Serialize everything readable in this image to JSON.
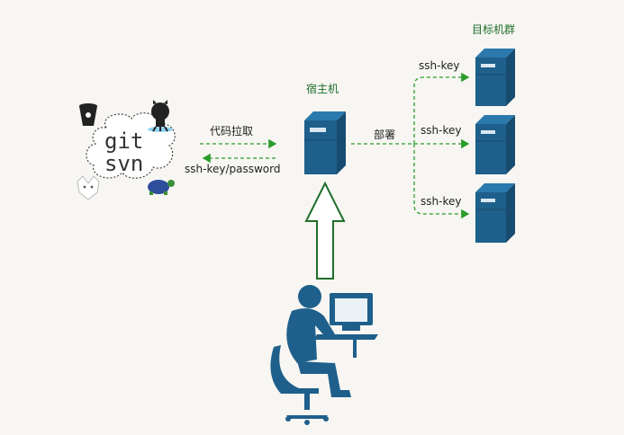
{
  "repo": {
    "word1": "git",
    "word2": "svn"
  },
  "labels": {
    "pull_code": "代码拉取",
    "pull_auth": "ssh-key/password",
    "host": "宿主机",
    "deploy": "部署",
    "targets": "目标机群",
    "ssh1": "ssh-key",
    "ssh2": "ssh-key",
    "ssh3": "ssh-key"
  },
  "colors": {
    "server": "#1f5f8b",
    "arrow": "#2a9d2a",
    "arrow_big": "#1f6e2a",
    "user": "#1f5f8b"
  }
}
